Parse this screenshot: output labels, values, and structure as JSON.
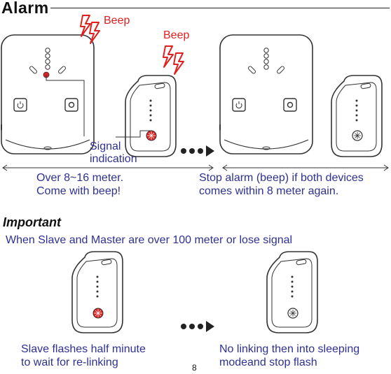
{
  "title": "Alarm",
  "colors": {
    "label_blue": "#2e3192",
    "alarm_red": "#e02020",
    "outline": "#333333"
  },
  "top_section": {
    "beep_label_1": "Beep",
    "beep_label_2": "Beep",
    "signal_label_line1": "Signal",
    "signal_label_line2": "indication",
    "left_caption_line1": "Over 8~16 meter.",
    "left_caption_line2": "Come with beep!",
    "right_caption_line1": "Stop alarm (beep) if both devices",
    "right_caption_line2": "comes within 8 meter again."
  },
  "important": {
    "heading": "Important",
    "subtitle": "When Slave and Master are over 100 meter or lose signal",
    "left_caption_line1": "Slave flashes half minute",
    "left_caption_line2": "to wait for re-linking",
    "right_caption_line1": "No linking then into sleeping",
    "right_caption_line2": "modeand stop flash"
  },
  "page_number": "8",
  "icons": [
    "lightning-icon",
    "arrow-right-icon",
    "power-icon",
    "record-icon"
  ]
}
